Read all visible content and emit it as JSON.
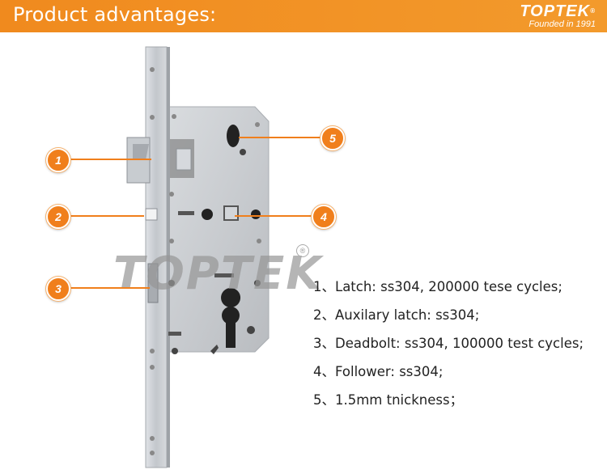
{
  "header": {
    "title": "Product advantages:",
    "brand_name": "TOPTEK",
    "brand_registered": "®",
    "brand_tagline": "Founded in 1991",
    "background_color": "#f28f22"
  },
  "watermark": {
    "text": "TOPTEK",
    "registered": "®"
  },
  "callouts": [
    {
      "label": "1"
    },
    {
      "label": "2"
    },
    {
      "label": "3"
    },
    {
      "label": "4"
    },
    {
      "label": "5"
    }
  ],
  "features": [
    "1、Latch: ss304, 200000 tese cycles;",
    "2、Auxilary latch: ss304;",
    "3、Deadbolt: ss304, 100000 test cycles;",
    "4、Follower: ss304;",
    "5、1.5mm tnickness；"
  ],
  "colors": {
    "accent": "#f07f1c",
    "metal": "#c9cdd2"
  }
}
